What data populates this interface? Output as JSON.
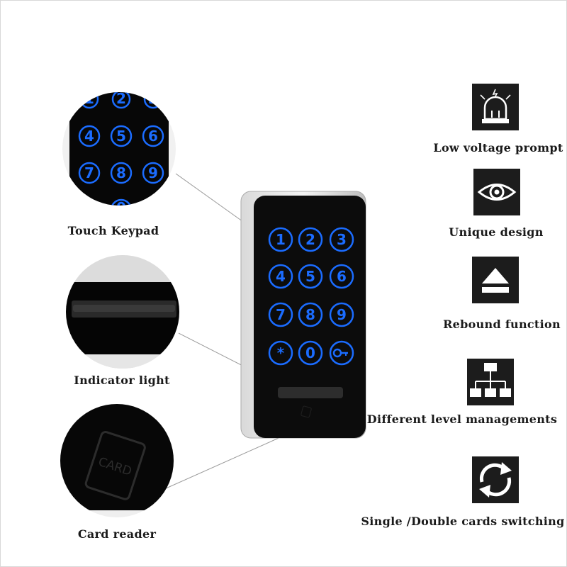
{
  "zooms": {
    "keypad": {
      "label": "Touch Keypad",
      "keys_top": [
        "1",
        "2",
        "3"
      ],
      "keys_row1": [
        "4",
        "5",
        "6"
      ],
      "keys_row2": [
        "7",
        "8",
        "9"
      ],
      "keys_bottom": [
        "*",
        "0"
      ]
    },
    "indicator": {
      "label": "Indicator light"
    },
    "card": {
      "label": "Card reader",
      "card_text": "CARD"
    }
  },
  "device": {
    "keys": [
      "1",
      "2",
      "3",
      "4",
      "5",
      "6",
      "7",
      "8",
      "9",
      "*",
      "0",
      "key"
    ]
  },
  "features": [
    {
      "label": "Low voltage prompt",
      "icon": "alarm-light-icon"
    },
    {
      "label": "Unique design",
      "icon": "eye-icon"
    },
    {
      "label": "Rebound function",
      "icon": "eject-icon"
    },
    {
      "label": "Different level managements",
      "icon": "hierarchy-icon"
    },
    {
      "label": "Single /Double cards switching",
      "icon": "switch-arrows-icon"
    }
  ],
  "colors": {
    "key_blue": "#1b6cff",
    "device_body": "#0c0c0c",
    "icon_bg": "#1c1c1c"
  }
}
